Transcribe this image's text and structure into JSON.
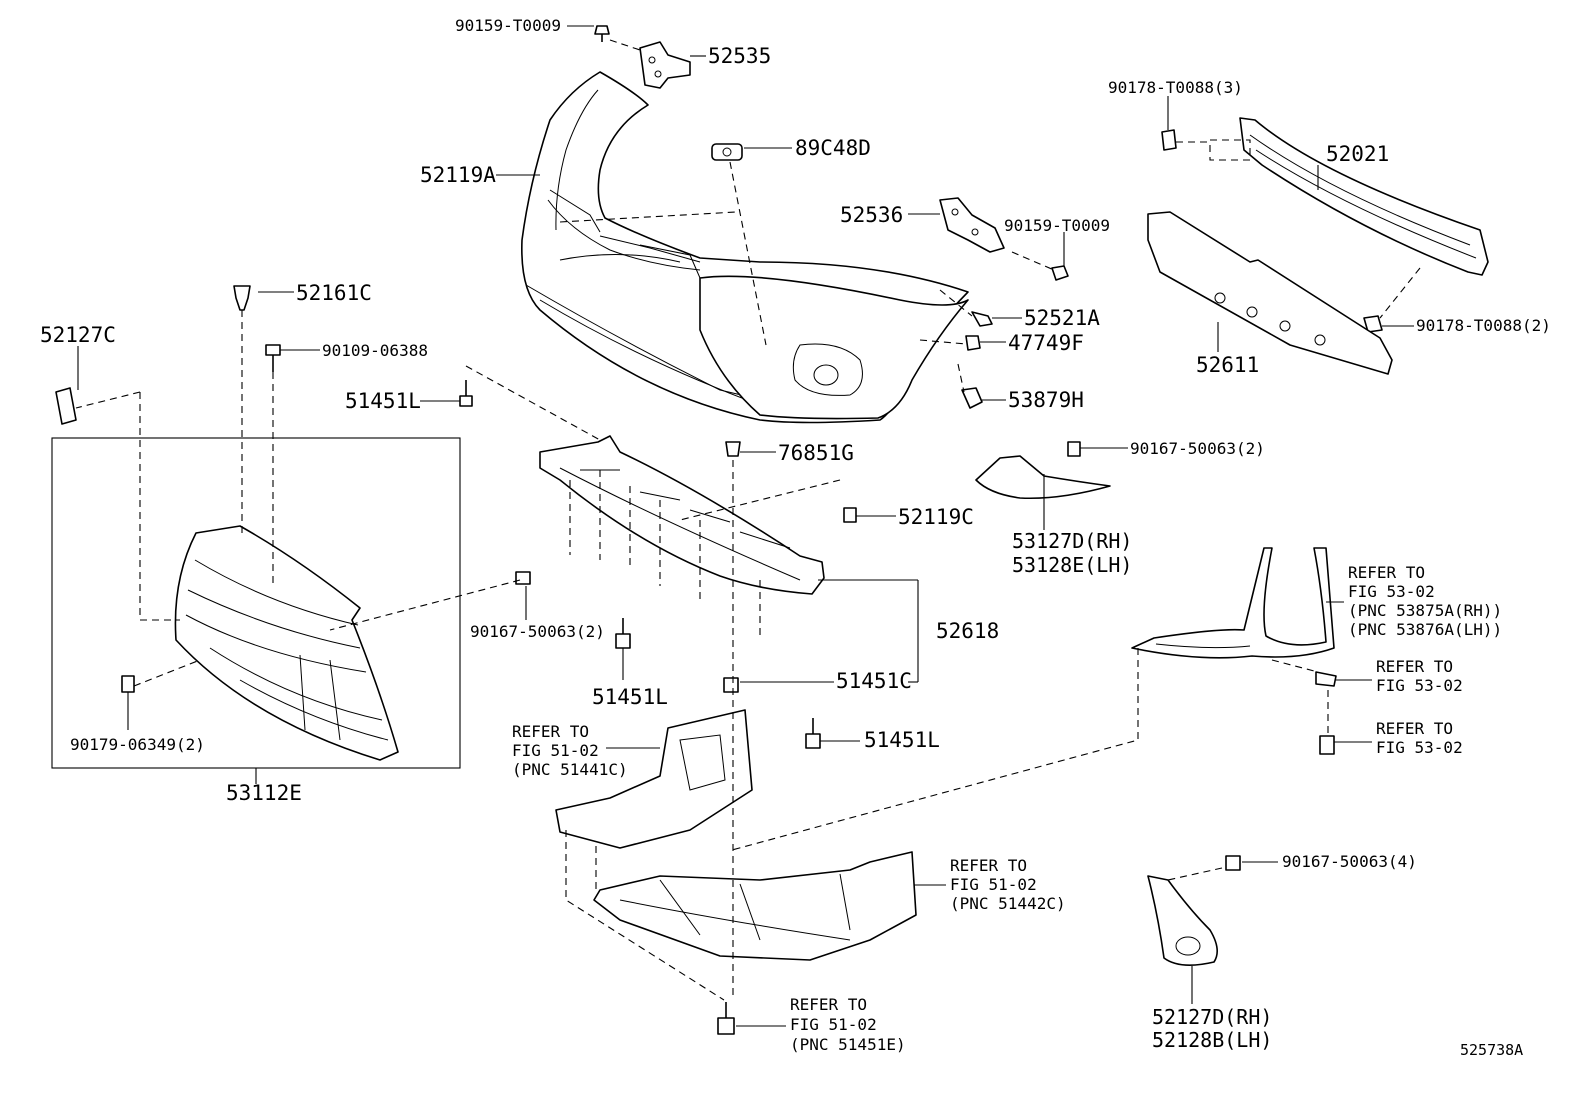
{
  "diagram_id": "525738A",
  "labels": {
    "p90159_top": "90159-T0009",
    "p52535": "52535",
    "p89C48D": "89C48D",
    "p52119A": "52119A",
    "p52536": "52536",
    "p90159_right": "90159-T0009",
    "p52521A": "52521A",
    "p47749F": "47749F",
    "p53879H": "53879H",
    "p90178_3": "90178-T0088(3)",
    "p52021": "52021",
    "p90178_2": "90178-T0088(2)",
    "p52611": "52611",
    "p52161C": "52161C",
    "p52127C": "52127C",
    "p90109": "90109-06388",
    "p51451L_a": "51451L",
    "p76851G": "76851G",
    "p52119C": "52119C",
    "p90167_2a": "90167-50063(2)",
    "p53127D": "53127D(RH)",
    "p53128E": "53128E(LH)",
    "p90167_2b": "90167-50063(2)",
    "p52618": "52618",
    "p51451L_b": "51451L",
    "p51451C": "51451C",
    "p51451L_c": "51451L",
    "p90179": "90179-06349(2)",
    "p53112E": "53112E",
    "p90167_4": "90167-50063(4)",
    "p52127D": "52127D(RH)",
    "p52128B": "52128B(LH)"
  },
  "refer_notes": {
    "fig53_pnc": [
      "REFER TO",
      "FIG 53-02",
      "(PNC 53875A(RH))",
      "(PNC 53876A(LH))"
    ],
    "fig53_clip": [
      "REFER TO",
      "FIG 53-02"
    ],
    "fig53_bolt": [
      "REFER TO",
      "FIG 53-02"
    ],
    "fig51_c1": [
      "REFER TO",
      "FIG 51-02",
      "(PNC 51441C)"
    ],
    "fig51_c2": [
      "REFER TO",
      "FIG 51-02",
      "(PNC 51442C)"
    ],
    "fig51_e": [
      "REFER TO",
      "FIG 51-02",
      "(PNC 51451E)"
    ]
  }
}
